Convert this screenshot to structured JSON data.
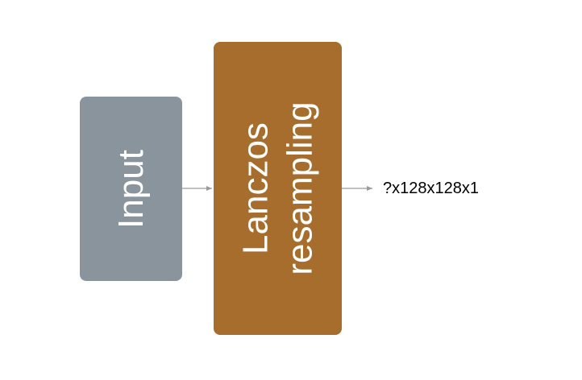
{
  "nodes": {
    "input": {
      "label": "Input",
      "color": "#8a949d"
    },
    "lanczos": {
      "label_line1": "Lanczos",
      "label_line2": "resampling",
      "color": "#a66d2c"
    }
  },
  "output": {
    "shape_label": "?x128x128x1"
  },
  "connector_color": "#9a9a9a"
}
